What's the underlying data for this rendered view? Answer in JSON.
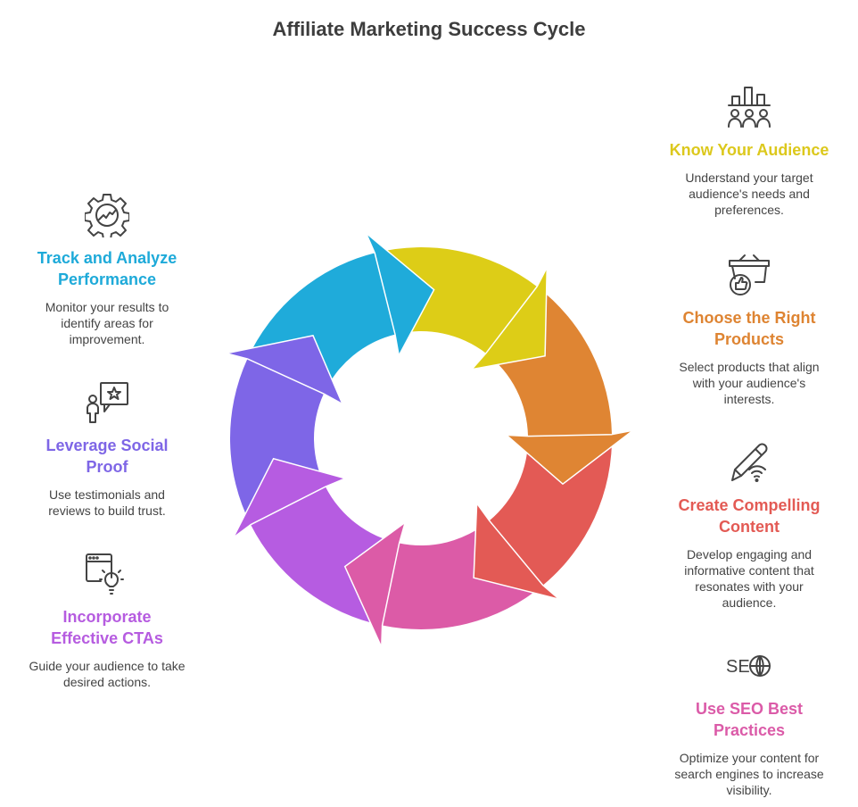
{
  "title": "Affiliate Marketing Success Cycle",
  "steps": [
    {
      "title": "Know Your Audience",
      "desc": "Understand your target\naudience's needs and\npreferences.",
      "color": "#DCC81C",
      "arrow_color": "#DDCD17",
      "icon": "audience-chart-icon"
    },
    {
      "title": "Choose the Right\nProducts",
      "desc": "Select products that align\nwith your audience's\ninterests.",
      "color": "#DE8432",
      "arrow_color": "#DF8533",
      "icon": "basket-thumbs-up-icon"
    },
    {
      "title": "Create Compelling\nContent",
      "desc": "Develop engaging and\ninformative content that\nresonates with your\naudience.",
      "color": "#E35A54",
      "arrow_color": "#E35A55",
      "icon": "pen-broadcast-icon"
    },
    {
      "title": "Use SEO Best\nPractices",
      "desc": "Optimize your content for\nsearch engines to increase\nvisibility.",
      "color": "#DB5BA8",
      "arrow_color": "#DC5BA7",
      "icon": "seo-globe-icon",
      "icon_text": "SE"
    },
    {
      "title": "Incorporate\nEffective CTAs",
      "desc": "Guide your audience to take\ndesired actions.",
      "color": "#B65CE0",
      "arrow_color": "#B65CE1",
      "icon": "browser-lightbulb-icon"
    },
    {
      "title": "Leverage Social\nProof",
      "desc": "Use testimonials and\nreviews to build trust.",
      "color": "#7E66E6",
      "arrow_color": "#7E66E7",
      "icon": "person-star-review-icon"
    },
    {
      "title": "Track and Analyze\nPerformance",
      "desc": "Monitor your results to\nidentify areas for\nimprovement.",
      "color": "#1EAAD9",
      "arrow_color": "#1FABDA",
      "icon": "gear-chart-icon"
    }
  ]
}
